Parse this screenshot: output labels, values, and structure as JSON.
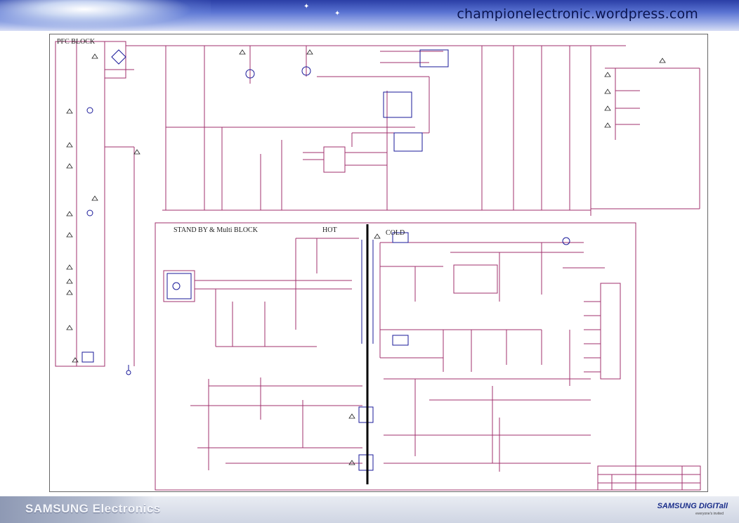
{
  "header": {
    "site_title": "championelectronic.wordpress.com"
  },
  "blocks": {
    "pfc": "PFC BLOCK",
    "standby": "STAND BY & Multi BLOCK",
    "hot": "HOT",
    "cold": "COLD"
  },
  "footer": {
    "brand": "SAMSUNG Electronics",
    "logo": "SAMSUNG DIGITall",
    "logo_sub": "everyone's invited"
  },
  "colors": {
    "wire": "#a0306e",
    "component": "#1a1a9a",
    "divider": "#000000",
    "header_dark": "#2b3fa6"
  }
}
